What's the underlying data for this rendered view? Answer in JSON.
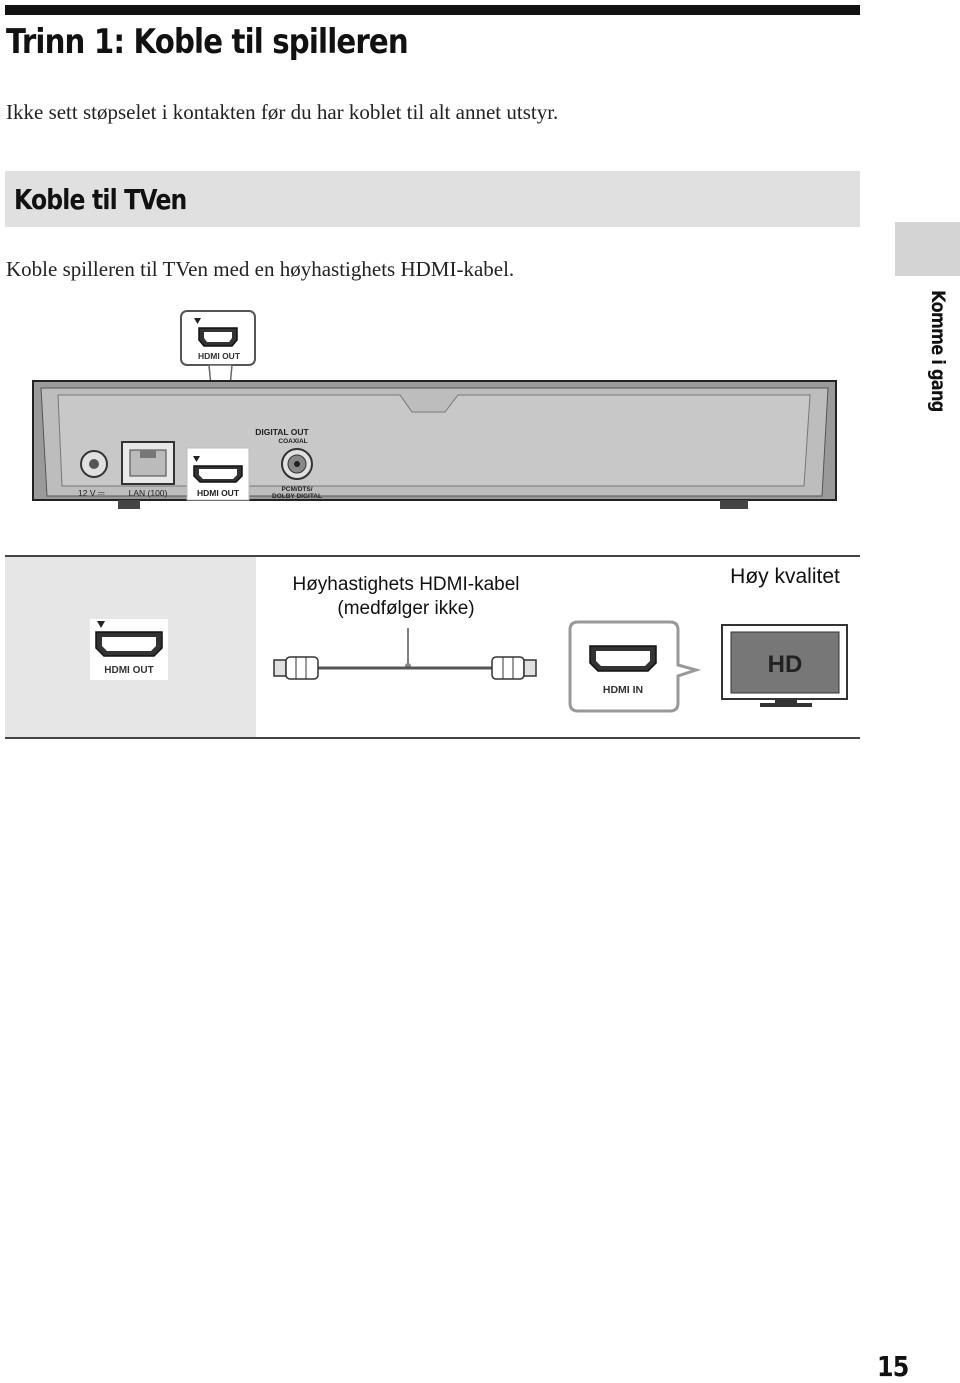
{
  "header": {
    "title": "Trinn 1: Koble til spilleren",
    "intro": "Ikke sett støpselet i kontakten før du har koblet til alt annet utstyr."
  },
  "section": {
    "title": "Koble til TVen",
    "body": "Koble spilleren til TVen med en høyhastighets HDMI-kabel."
  },
  "side_tab": {
    "label": "Komme i gang"
  },
  "player_panel": {
    "callout_label": "HDMI OUT",
    "digital_out": "DIGITAL OUT",
    "coaxial": "COAXIAL",
    "dc_label": "12 V ⎓",
    "lan_label": "LAN (100)",
    "hdmi_label": "HDMI OUT",
    "pcm_line1": "PCM/DTS/",
    "pcm_line2": "DOLBY DIGITAL"
  },
  "connection": {
    "source_label": "HDMI OUT",
    "cable_caption_1": "Høyhastighets HDMI-kabel",
    "cable_caption_2": "(medfølger ikke)",
    "tv_input_label": "HDMI IN",
    "quality_caption": "Høy kvalitet",
    "tv_screen_text": "HD"
  },
  "page_number": "15"
}
